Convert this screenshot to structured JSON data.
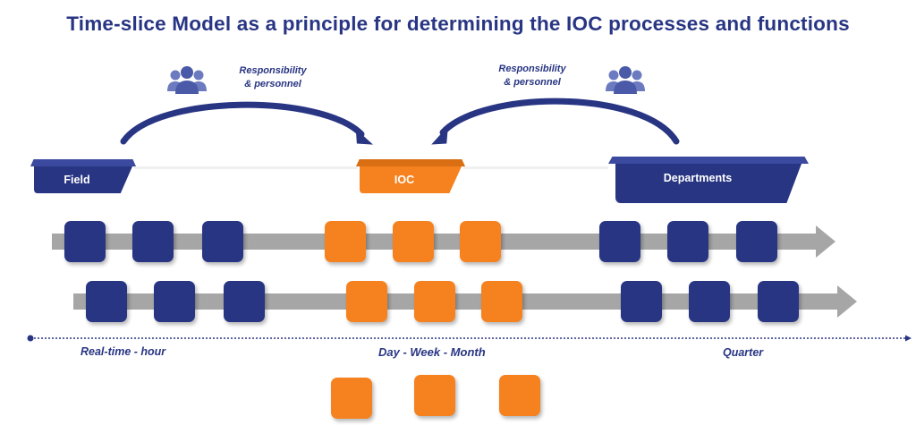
{
  "title": "Time-slice Model as a principle for determining the IOC processes and functions",
  "responsibility": {
    "left": {
      "line1": "Responsibility",
      "line2": "& personnel"
    },
    "right": {
      "line1": "Responsibility",
      "line2": "& personnel"
    }
  },
  "icons": {
    "people": "people-group-icon"
  },
  "levels": {
    "field": "Field",
    "ioc": "IOC",
    "departments": "Departments"
  },
  "timeline": {
    "left": "Real-time - hour",
    "center": "Day - Week - Month",
    "right": "Quarter"
  },
  "colors": {
    "navy": "#283583",
    "orange": "#f5821f",
    "gray": "#a6a6a6"
  }
}
